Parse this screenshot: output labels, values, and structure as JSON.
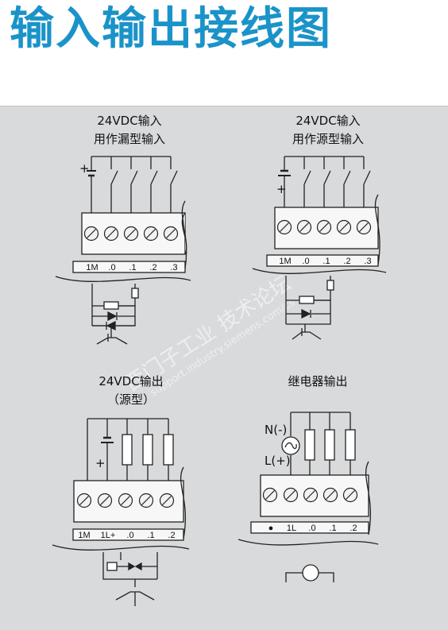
{
  "title": "输入输出接线图",
  "watermark": {
    "main": "西门子工业  技术论坛",
    "sub": "support.industry.siemens.com/cs"
  },
  "sections": {
    "sink_input": {
      "title1": "24VDC输入",
      "title2": "用作漏型输入",
      "plus": "+",
      "pins": [
        "1M",
        ".0",
        ".1",
        ".2",
        ".3"
      ]
    },
    "source_input": {
      "title1": "24VDC输入",
      "title2": "用作源型输入",
      "plus": "+",
      "pins": [
        "1M",
        ".0",
        ".1",
        ".2",
        ".3"
      ]
    },
    "dc_output": {
      "title1": "24VDC输出",
      "title2": "（源型）",
      "plus": "+",
      "pins": [
        "1M",
        "1L+",
        ".0",
        ".1",
        ".2"
      ]
    },
    "relay_output": {
      "title1": "继电器输出",
      "n_label": "N(-)",
      "l_label": "L(+)",
      "bullet": "●",
      "pins": [
        "1L",
        ".0",
        ".1",
        ".2"
      ]
    }
  }
}
